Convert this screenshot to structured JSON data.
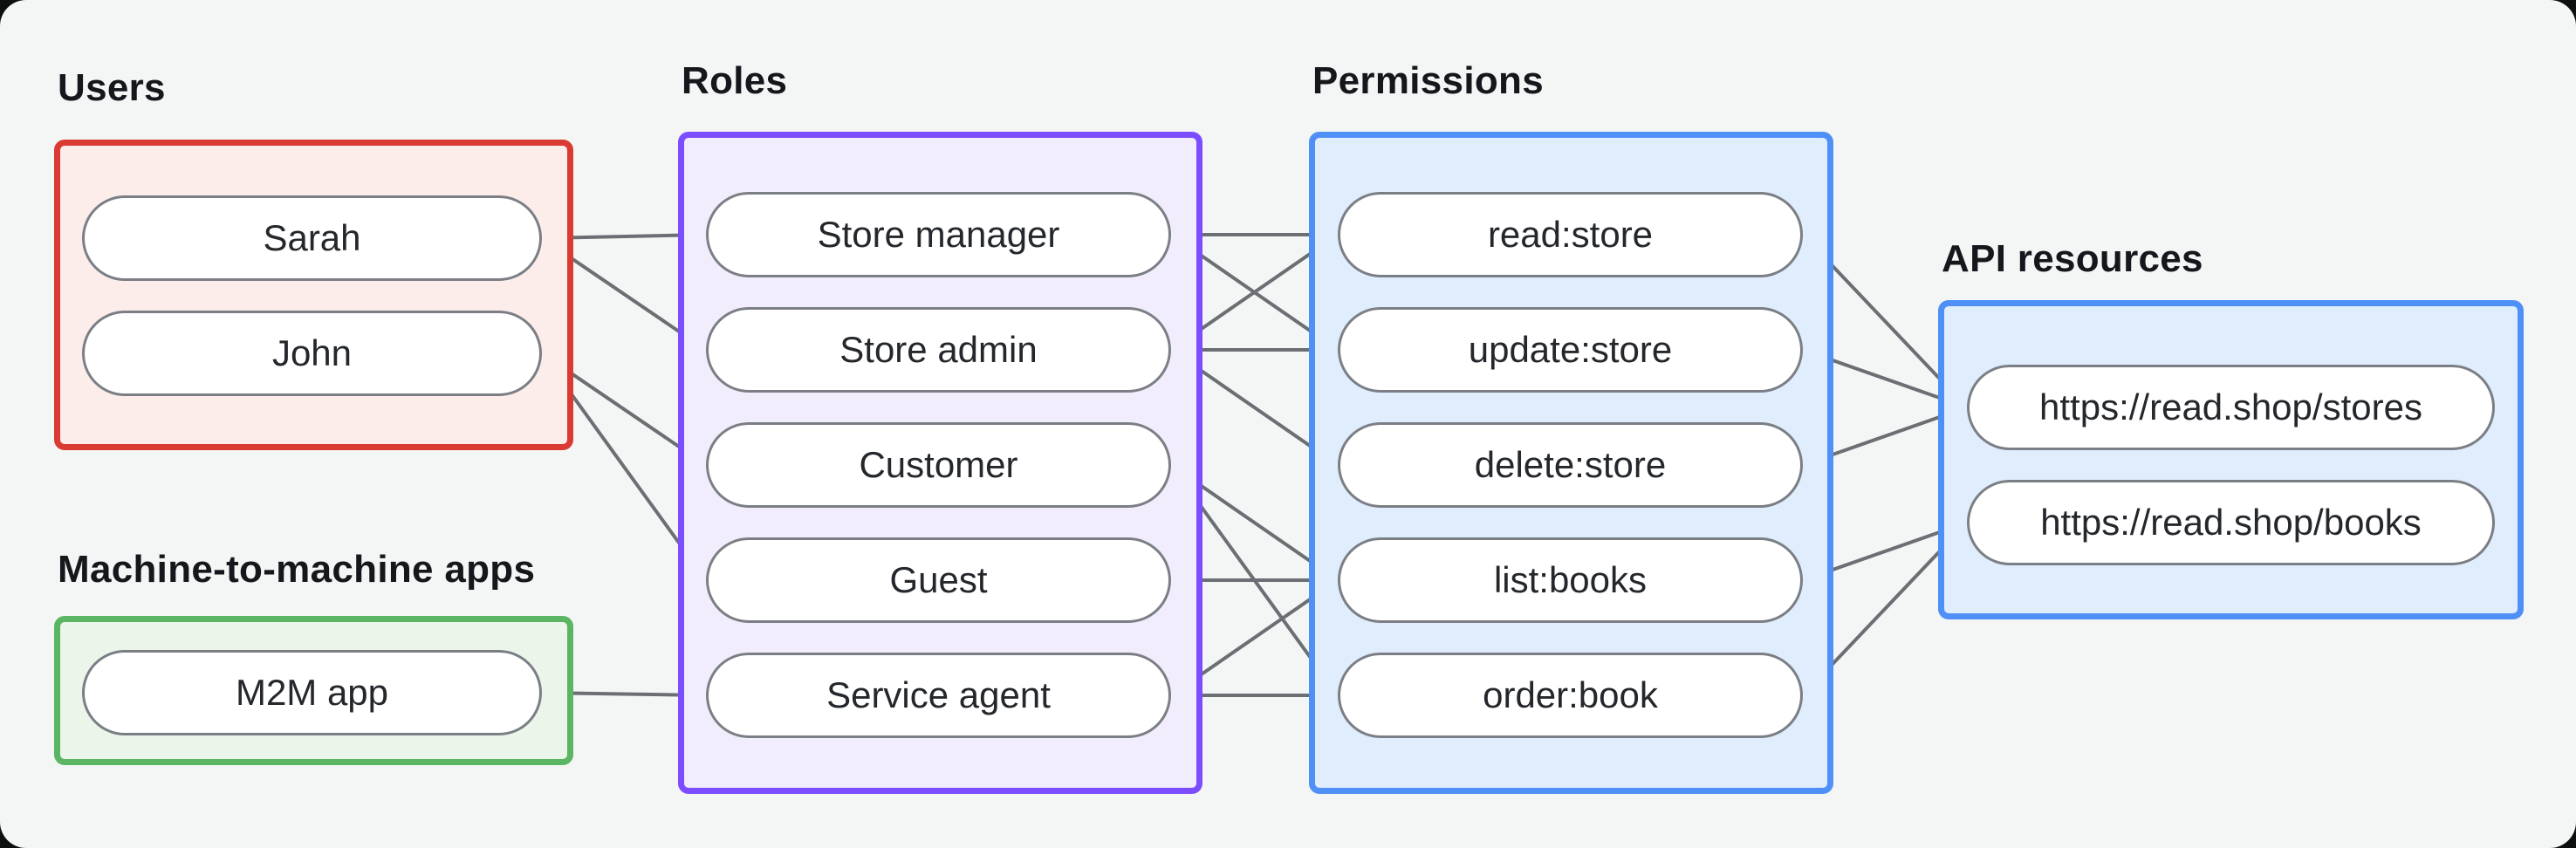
{
  "canvas": {
    "background": "#f4f6f5",
    "page_background": "#0c110f"
  },
  "node_style": {
    "fill": "#ffffff",
    "border_color": "#7b7f85",
    "text_color": "#24272b"
  },
  "edge_style": {
    "line_color": "#6b6f74",
    "dot_color": "#6b6f74"
  },
  "label_color": "#14181c",
  "groups": [
    {
      "id": "users",
      "label": "Users",
      "border_color": "#d93a32",
      "fill_color": "#fcedeb",
      "nodes": [
        {
          "id": "sarah",
          "label": "Sarah"
        },
        {
          "id": "john",
          "label": "John"
        }
      ]
    },
    {
      "id": "m2m",
      "label": "Machine-to-machine apps",
      "border_color": "#5cb563",
      "fill_color": "#ebf5ea",
      "nodes": [
        {
          "id": "m2m-app",
          "label": "M2M app"
        }
      ]
    },
    {
      "id": "roles",
      "label": "Roles",
      "border_color": "#7c4dff",
      "fill_color": "#f2edfc",
      "nodes": [
        {
          "id": "store-manager",
          "label": "Store manager"
        },
        {
          "id": "store-admin",
          "label": "Store admin"
        },
        {
          "id": "customer",
          "label": "Customer"
        },
        {
          "id": "guest",
          "label": "Guest"
        },
        {
          "id": "service-agent",
          "label": "Service agent"
        }
      ]
    },
    {
      "id": "permissions",
      "label": "Permissions",
      "border_color": "#4f90f7",
      "fill_color": "#dfedfc",
      "nodes": [
        {
          "id": "read-store",
          "label": "read:store"
        },
        {
          "id": "update-store",
          "label": "update:store"
        },
        {
          "id": "delete-store",
          "label": "delete:store"
        },
        {
          "id": "list-books",
          "label": "list:books"
        },
        {
          "id": "order-book",
          "label": "order:book"
        }
      ]
    },
    {
      "id": "api-resources",
      "label": "API resources",
      "border_color": "#4f90f7",
      "fill_color": "#dfedfc",
      "nodes": [
        {
          "id": "stores",
          "label": "https://read.shop/stores"
        },
        {
          "id": "books",
          "label": "https://read.shop/books"
        }
      ]
    }
  ],
  "edges": [
    {
      "from": "sarah",
      "to": "store-manager"
    },
    {
      "from": "sarah",
      "to": "store-admin"
    },
    {
      "from": "john",
      "to": "customer"
    },
    {
      "from": "john",
      "to": "guest"
    },
    {
      "from": "m2m-app",
      "to": "service-agent"
    },
    {
      "from": "store-manager",
      "to": "read-store"
    },
    {
      "from": "store-manager",
      "to": "update-store"
    },
    {
      "from": "store-admin",
      "to": "read-store"
    },
    {
      "from": "store-admin",
      "to": "update-store"
    },
    {
      "from": "store-admin",
      "to": "delete-store"
    },
    {
      "from": "customer",
      "to": "list-books"
    },
    {
      "from": "customer",
      "to": "order-book"
    },
    {
      "from": "guest",
      "to": "list-books"
    },
    {
      "from": "service-agent",
      "to": "list-books"
    },
    {
      "from": "service-agent",
      "to": "order-book"
    },
    {
      "from": "read-store",
      "to": "stores"
    },
    {
      "from": "update-store",
      "to": "stores"
    },
    {
      "from": "delete-store",
      "to": "stores"
    },
    {
      "from": "list-books",
      "to": "books"
    },
    {
      "from": "order-book",
      "to": "books"
    }
  ]
}
